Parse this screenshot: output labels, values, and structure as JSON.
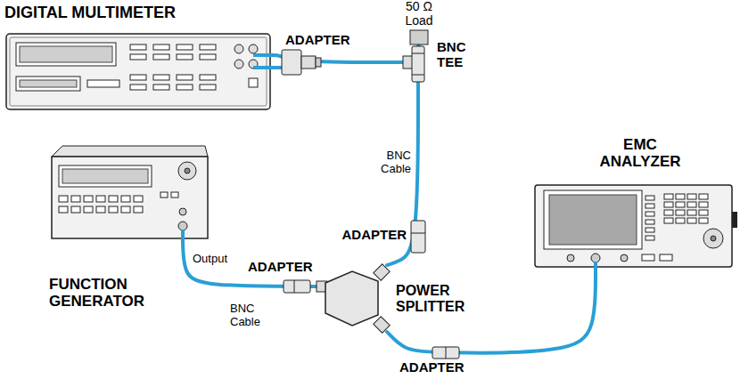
{
  "diagram": {
    "nodes": [
      {
        "text": [
          "DIGITAL MULTIMETER"
        ]
      },
      {
        "text": [
          "50 Ω Load"
        ]
      },
      {
        "text": [
          "BNC TEE"
        ]
      },
      {
        "text": [
          "EMC ANALYZER"
        ]
      },
      {
        "text": [
          "FUNCTION GENERATOR"
        ]
      },
      {
        "text": [
          "POWER SPLITTER"
        ]
      }
    ],
    "edges": [
      {
        "from": 0,
        "to": 2,
        "arrow": "none"
      },
      {
        "from": 1,
        "to": 2,
        "arrow": "none"
      },
      {
        "from": 2,
        "to": 5,
        "arrow": "none"
      },
      {
        "from": 4,
        "to": 5,
        "arrow": "none"
      },
      {
        "from": 5,
        "to": 3,
        "arrow": "none"
      }
    ],
    "labels": [
      "ADAPTER",
      "BNC Cable",
      "ADAPTER",
      "Output",
      "ADAPTER",
      "BNC Cable",
      "ADAPTER"
    ]
  }
}
